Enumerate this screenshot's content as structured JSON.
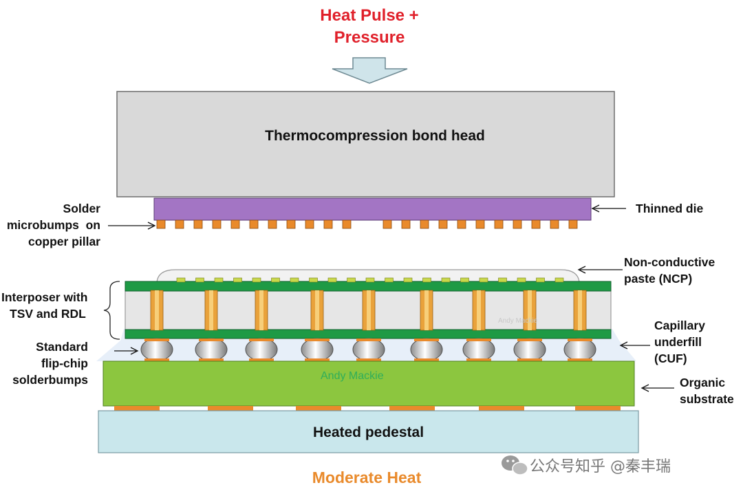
{
  "title": {
    "line1": "Heat Pulse +",
    "line2": "Pressure",
    "color": "#e0202a"
  },
  "bottom_title": {
    "text": "Moderate Heat",
    "color": "#e98a2b"
  },
  "blocks": {
    "bond_head": "Thermocompression bond head",
    "pedestal": "Heated pedestal"
  },
  "labels": {
    "solder_microbumps": [
      "Solder",
      "microbumps  on",
      "copper pillar"
    ],
    "thinned_die": "Thinned die",
    "ncp": [
      "Non-conductive",
      "paste (NCP)"
    ],
    "interposer": [
      "Interposer with",
      "TSV and RDL"
    ],
    "solderbumps": [
      "Standard",
      "flip-chip",
      "solderbumps"
    ],
    "cuf": [
      "Capillary",
      "underfill",
      "(CUF)"
    ],
    "substrate": [
      "Organic",
      "substrate"
    ]
  },
  "watermarks": {
    "author_large": "Andy Mackie",
    "author_small": "Andy Mackie",
    "footer": "公众号知乎 @秦丰瑞"
  },
  "colors": {
    "bond_head": "#d9d9d9",
    "die": "#a375c4",
    "bump": "#e98a2b",
    "interposer_body": "#e6e6e6",
    "rdl": "#1e9a45",
    "tsv": "#e9a23b",
    "substrate": "#8cc63f",
    "pedestal": "#c9e7ec",
    "underfill": "#dde9f7"
  },
  "icons": [
    "down-arrow-icon",
    "wechat-icon"
  ]
}
